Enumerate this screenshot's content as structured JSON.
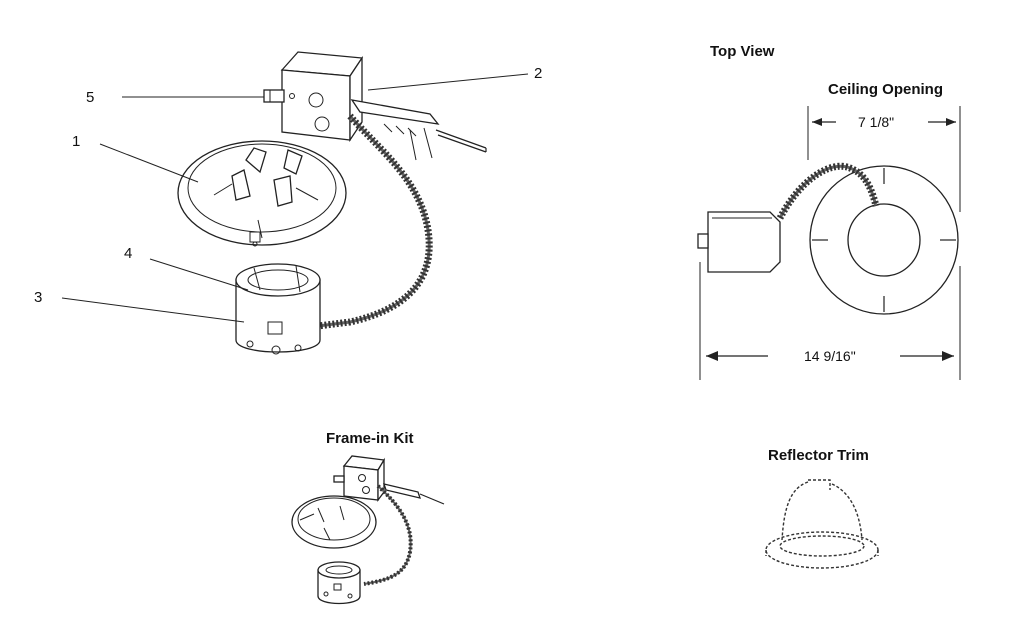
{
  "labels": {
    "top_view": "Top View",
    "ceiling_opening": "Ceiling Opening",
    "dim_opening": "7 1/8\"",
    "dim_overall": "14 9/16\"",
    "frame_in_kit": "Frame-in Kit",
    "reflector_trim": "Reflector Trim"
  },
  "callouts": {
    "c1": "1",
    "c2": "2",
    "c3": "3",
    "c4": "4",
    "c5": "5"
  }
}
